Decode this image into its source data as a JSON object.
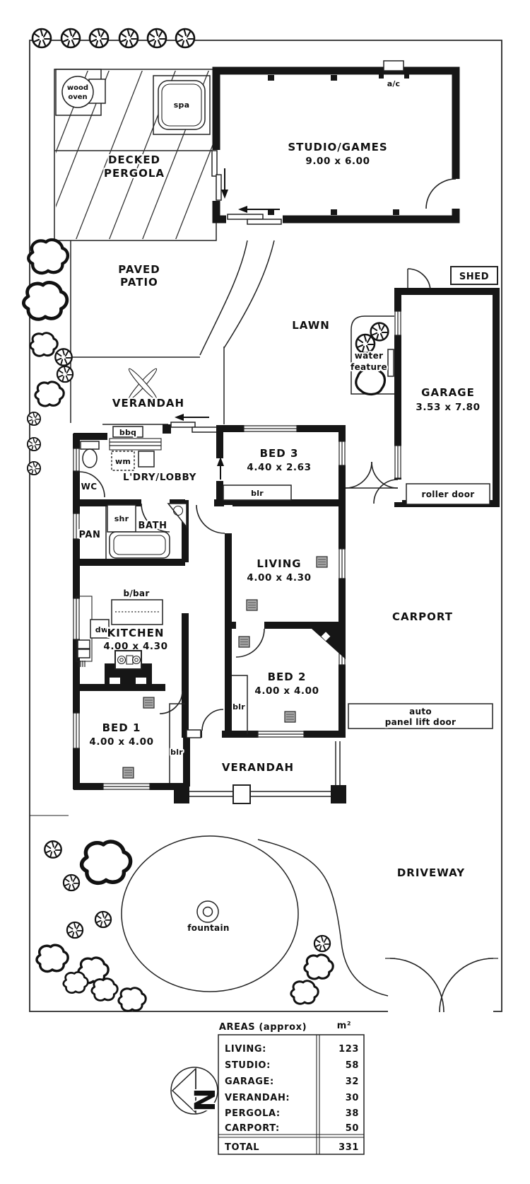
{
  "labels": {
    "decked_pergola_1": "DECKED",
    "decked_pergola_2": "PERGOLA",
    "wood_oven_1": "wood",
    "wood_oven_2": "oven",
    "spa": "spa",
    "studio_name": "STUDIO/GAMES",
    "studio_dims": "9.00 x 6.00",
    "ac": "a/c",
    "shed": "SHED",
    "garage_name": "GARAGE",
    "garage_dims": "3.53 x 7.80",
    "roller_door": "roller door",
    "water_feature_1": "water",
    "water_feature_2": "feature",
    "paved_patio_1": "PAVED",
    "paved_patio_2": "PATIO",
    "lawn": "LAWN",
    "verandah_rear": "VERANDAH",
    "bbq": "bbq",
    "wm": "wm",
    "wc": "WC",
    "ldry_lobby": "L'DRY/LOBBY",
    "bed3_name": "BED 3",
    "bed3_dims": "4.40 x 2.63",
    "blr": "blr",
    "shr": "shr",
    "bath": "BATH",
    "pan": "PAN",
    "living_name": "LIVING",
    "living_dims": "4.00 x 4.30",
    "bbar": "b/bar",
    "dw": "dw",
    "kitchen_name": "KITCHEN",
    "kitchen_dims": "4.00 x 4.30",
    "carport": "CARPORT",
    "bed2_name": "BED 2",
    "bed2_dims": "4.00 x 4.00",
    "auto_door_1": "auto",
    "auto_door_2": "panel lift door",
    "bed1_name": "BED 1",
    "bed1_dims": "4.00 x 4.00",
    "verandah_front": "VERANDAH",
    "driveway": "DRIVEWAY",
    "fountain": "fountain"
  },
  "areas_table": {
    "title": "AREAS (approx)",
    "unit": "m²",
    "rows": [
      {
        "label": "LIVING:",
        "value": "123"
      },
      {
        "label": "STUDIO:",
        "value": "58"
      },
      {
        "label": "GARAGE:",
        "value": "32"
      },
      {
        "label": "VERANDAH:",
        "value": "30"
      },
      {
        "label": "PERGOLA:",
        "value": "38"
      },
      {
        "label": "CARPORT:",
        "value": "50"
      }
    ],
    "total_label": "TOTAL",
    "total_value": "331"
  },
  "compass": {
    "letter": "N"
  },
  "colors": {
    "ink": "#161616",
    "vent": "#ababab",
    "background": "#ffffff"
  }
}
